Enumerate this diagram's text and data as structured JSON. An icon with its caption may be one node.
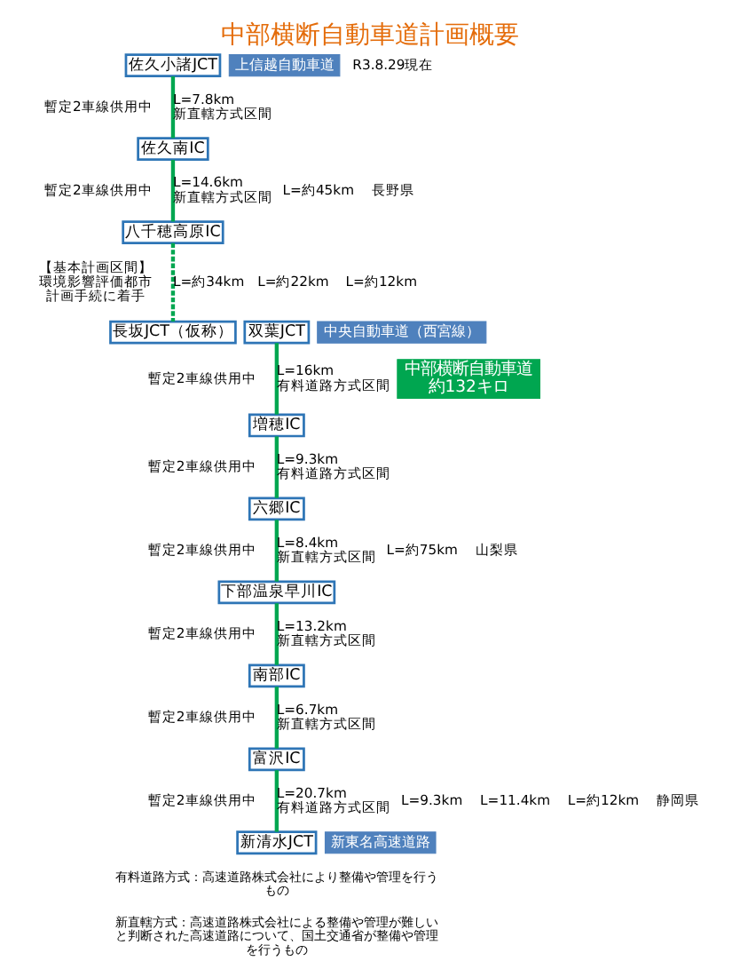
{
  "diagram": {
    "title": "中部横断自動車道計画概要",
    "nodes": [
      {
        "text": [
          "上信越自動車道"
        ]
      },
      {
        "text": [
          "佐久小諸JCT"
        ]
      },
      {
        "text": [
          "佐久南IC"
        ]
      },
      {
        "text": [
          "八千穂高原IC"
        ]
      },
      {
        "text": [
          "中央自動車道（西宮線）"
        ]
      },
      {
        "text": [
          "長坂JCT（仮称）"
        ]
      },
      {
        "text": [
          "双葉JCT"
        ]
      },
      {
        "text": [
          "増穂IC"
        ]
      },
      {
        "text": [
          "六郷IC"
        ]
      },
      {
        "text": [
          "下部温泉早川IC"
        ]
      },
      {
        "text": [
          "南部IC"
        ]
      },
      {
        "text": [
          "富沢IC"
        ]
      },
      {
        "text": [
          "新東名高速道路"
        ]
      },
      {
        "text": [
          "新清水JCT"
        ]
      },
      {
        "text": [
          "中部横断自動車道",
          "約132キロ"
        ]
      }
    ],
    "edges": [
      {
        "from": 1,
        "to": 2,
        "arrow": "none",
        "label": "L=7.8km 新直轄方式区間"
      },
      {
        "from": 2,
        "to": 3,
        "arrow": "none",
        "label": "L=14.6km 新直轄方式区間"
      },
      {
        "from": 3,
        "to": 5,
        "arrow": "none",
        "label": "L=約34km",
        "style": "dashed"
      },
      {
        "from": 6,
        "to": 7,
        "arrow": "none",
        "label": "L=16km 有料道路方式区間"
      },
      {
        "from": 7,
        "to": 8,
        "arrow": "none",
        "label": "L=9.3km 有料道路方式区間"
      },
      {
        "from": 8,
        "to": 9,
        "arrow": "none",
        "label": "L=8.4km 新直轄方式区間"
      },
      {
        "from": 9,
        "to": 10,
        "arrow": "none",
        "label": "L=13.2km 新直轄方式区間"
      },
      {
        "from": 10,
        "to": 11,
        "arrow": "none",
        "label": "L=6.7km 新直轄方式区間"
      },
      {
        "from": 11,
        "to": 13,
        "arrow": "none",
        "label": "L=20.7km 有料道路方式区間"
      }
    ],
    "labels": [
      "R3.8.29現在",
      "暫定2車線供用中",
      "暫定2車線供用中",
      "L=約45km",
      "長野県",
      "【基本計画区間】環境影響評価都市計画手続に着手",
      "L=約22km",
      "L=約12km",
      "暫定2車線供用中",
      "暫定2車線供用中",
      "暫定2車線供用中",
      "L=約75km",
      "山梨県",
      "暫定2車線供用中",
      "暫定2車線供用中",
      "暫定2車線供用中",
      "L=9.3km",
      "L=11.4km",
      "L=約12km",
      "静岡県",
      "有料道路方式：高速道路株式会社により整備や管理を行うもの",
      "新直轄方式：高速道路株式会社による整備や管理が難しいと判断された高速道路について、国土交通省が整備や管理を行うもの"
    ]
  }
}
